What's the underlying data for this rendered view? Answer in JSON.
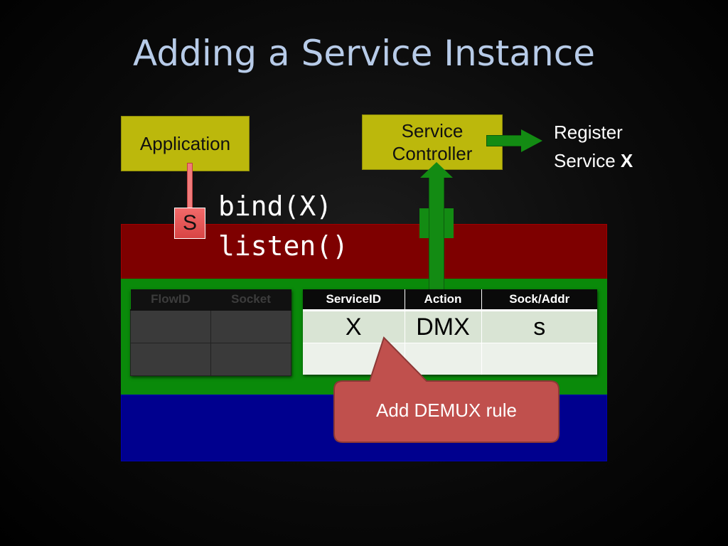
{
  "title": "Adding a Service Instance",
  "application_box": {
    "label": "Application"
  },
  "service_controller": {
    "line1": "Service",
    "line2": "Controller"
  },
  "register_note": {
    "line1": "Register",
    "line2_prefix": "Service ",
    "line2_bold": "X"
  },
  "socket": {
    "label": "S"
  },
  "code": {
    "line1": "bind(X)",
    "line2": "listen()"
  },
  "flow_table": {
    "headers": [
      "FlowID",
      "Socket"
    ],
    "rows": [
      [
        "",
        ""
      ],
      [
        "",
        ""
      ]
    ]
  },
  "service_table": {
    "headers": [
      "ServiceID",
      "Action",
      "Sock/Addr"
    ],
    "rows": [
      [
        "X",
        "DMX",
        "s"
      ],
      [
        "",
        "",
        ""
      ]
    ]
  },
  "callout": {
    "label": "Add DEMUX rule"
  },
  "colors": {
    "title": "#b7cbe8",
    "olive_box": "#bcb80c",
    "network_layer": "#7e0000",
    "service_layer": "#0a8a0a",
    "lower_layer": "#00008e",
    "arrow": "#138b13",
    "callout": "#c0504d",
    "socket": "#e05555"
  }
}
